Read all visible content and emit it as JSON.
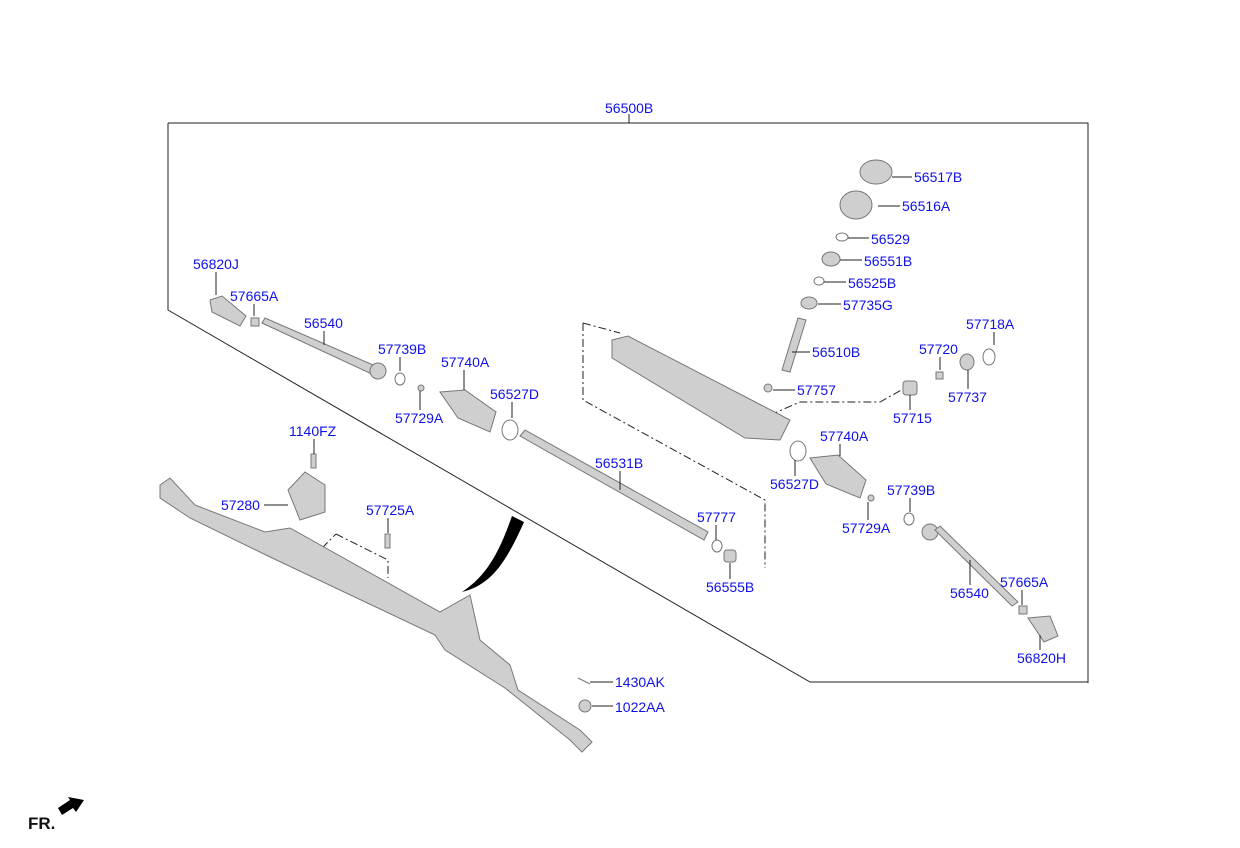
{
  "diagram": {
    "assembly_label": "56500B",
    "part_labels": [
      "56517B",
      "56516A",
      "56529",
      "56551B",
      "56525B",
      "57735G",
      "56820J",
      "57665A",
      "56540",
      "57718A",
      "57739B",
      "56510B",
      "57720",
      "57740A",
      "56527D",
      "57757",
      "57737",
      "57729A",
      "57715",
      "1140FZ",
      "57740A",
      "56531B",
      "56527D",
      "57739B",
      "57280",
      "57725A",
      "57777",
      "57729A",
      "57665A",
      "56540",
      "56555B",
      "56820H",
      "1430AK",
      "1022AA"
    ],
    "direction_label": "FR.",
    "label_color": "#1010e8",
    "part_color": "#c8c8c8"
  }
}
